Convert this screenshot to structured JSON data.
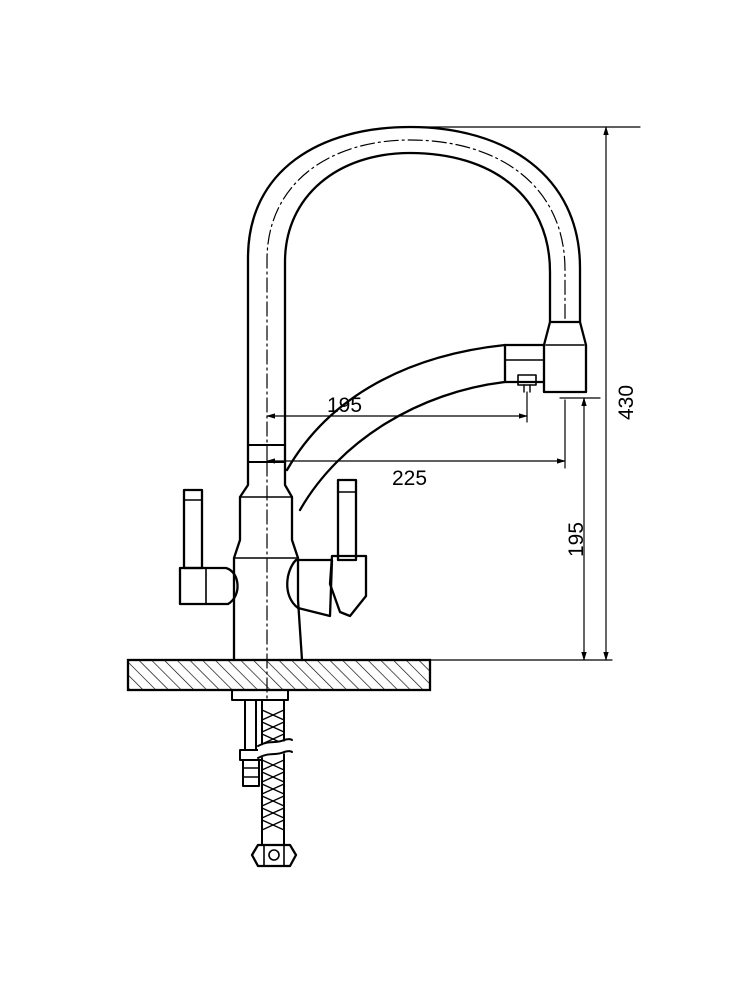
{
  "dimensions": {
    "spout_reach_inner": "195",
    "spout_reach_outer": "225",
    "spout_clearance_height": "195",
    "total_height": "430"
  },
  "colors": {
    "line": "#000000",
    "background": "#ffffff"
  }
}
